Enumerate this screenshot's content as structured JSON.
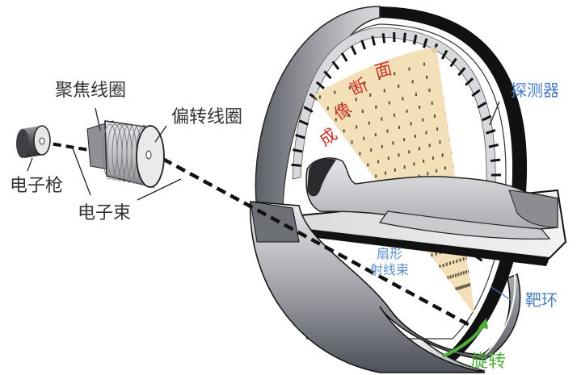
{
  "diagram": {
    "title": "电子束CT 结构示意图",
    "labels": {
      "electron_gun": "电子枪",
      "focusing_coil": "聚焦线圈",
      "deflection_coil": "偏转线圈",
      "electron_beam": "电子束",
      "detector": "探测器",
      "imaging_section": [
        "成",
        "像",
        "断",
        "面"
      ],
      "fan_beam_line1": "扇形",
      "fan_beam_line2": "射线束",
      "target_ring": "靶环",
      "rotation": "旋转"
    },
    "colors": {
      "label_dark": "#333333",
      "label_blue": "#4a7fc0",
      "label_red": "#c8342a",
      "label_green": "#4fae3a",
      "fan_fill": "#f2dcb0",
      "ring_gray": "#8a8c92",
      "arrow_green": "#4fae3a"
    }
  }
}
